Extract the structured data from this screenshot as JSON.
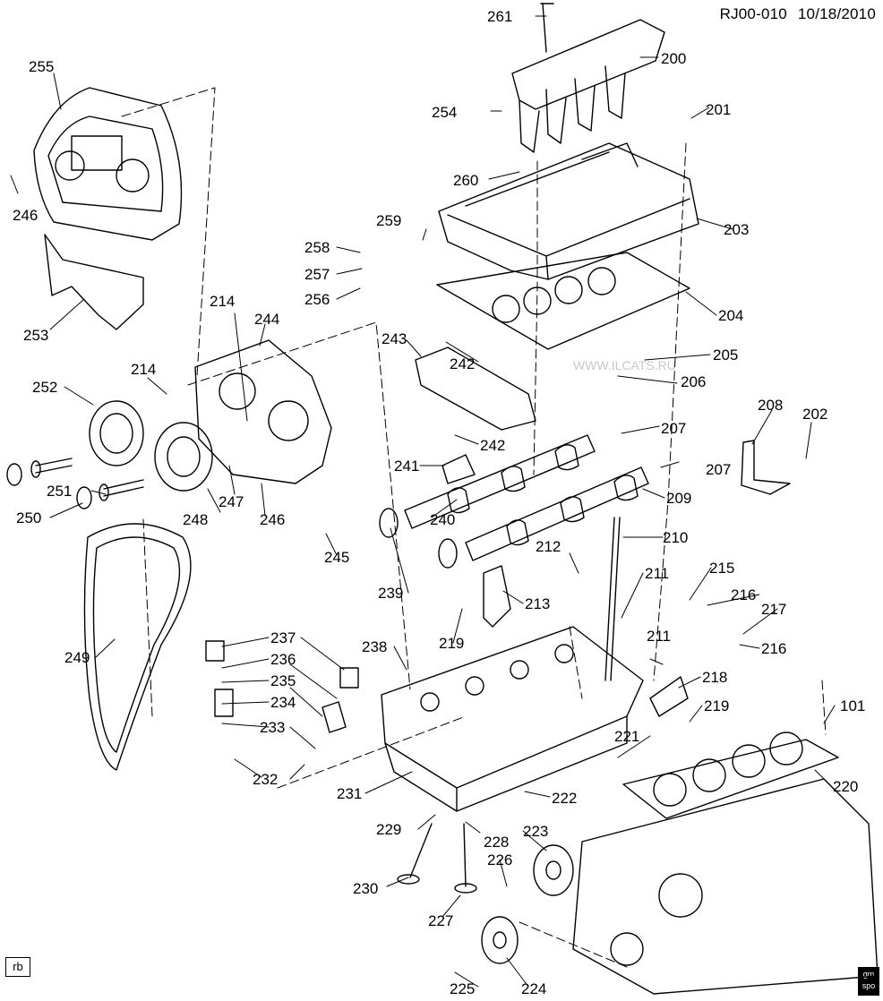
{
  "header": {
    "code": "RJ00-010",
    "date": "10/18/2010"
  },
  "footer": {
    "box_code": "rb",
    "logo_text": "gm spo"
  },
  "watermark": "WWW.ILCATS.RU",
  "callouts": [
    {
      "id": "261",
      "label": "261"
    },
    {
      "id": "200",
      "label": "200"
    },
    {
      "id": "254",
      "label": "254"
    },
    {
      "id": "201",
      "label": "201"
    },
    {
      "id": "255",
      "label": "255"
    },
    {
      "id": "260",
      "label": "260"
    },
    {
      "id": "246a",
      "label": "246"
    },
    {
      "id": "203",
      "label": "203"
    },
    {
      "id": "259",
      "label": "259"
    },
    {
      "id": "258",
      "label": "258"
    },
    {
      "id": "257",
      "label": "257"
    },
    {
      "id": "256",
      "label": "256"
    },
    {
      "id": "204",
      "label": "204"
    },
    {
      "id": "253",
      "label": "253"
    },
    {
      "id": "214a",
      "label": "214"
    },
    {
      "id": "244",
      "label": "244"
    },
    {
      "id": "243",
      "label": "243"
    },
    {
      "id": "242a",
      "label": "242"
    },
    {
      "id": "205",
      "label": "205"
    },
    {
      "id": "214b",
      "label": "214"
    },
    {
      "id": "206",
      "label": "206"
    },
    {
      "id": "252",
      "label": "252"
    },
    {
      "id": "208",
      "label": "208"
    },
    {
      "id": "202",
      "label": "202"
    },
    {
      "id": "207a",
      "label": "207"
    },
    {
      "id": "242b",
      "label": "242"
    },
    {
      "id": "241",
      "label": "241"
    },
    {
      "id": "207b",
      "label": "207"
    },
    {
      "id": "251",
      "label": "251"
    },
    {
      "id": "247",
      "label": "247"
    },
    {
      "id": "209",
      "label": "209"
    },
    {
      "id": "250",
      "label": "250"
    },
    {
      "id": "248",
      "label": "248"
    },
    {
      "id": "246b",
      "label": "246"
    },
    {
      "id": "240",
      "label": "240"
    },
    {
      "id": "210",
      "label": "210"
    },
    {
      "id": "245",
      "label": "245"
    },
    {
      "id": "212",
      "label": "212"
    },
    {
      "id": "211a",
      "label": "211"
    },
    {
      "id": "215",
      "label": "215"
    },
    {
      "id": "213",
      "label": "213"
    },
    {
      "id": "216a",
      "label": "216"
    },
    {
      "id": "239",
      "label": "239"
    },
    {
      "id": "217",
      "label": "217"
    },
    {
      "id": "249",
      "label": "249"
    },
    {
      "id": "237",
      "label": "237"
    },
    {
      "id": "219a",
      "label": "219"
    },
    {
      "id": "238",
      "label": "238"
    },
    {
      "id": "211b",
      "label": "211"
    },
    {
      "id": "216b",
      "label": "216"
    },
    {
      "id": "236",
      "label": "236"
    },
    {
      "id": "235",
      "label": "235"
    },
    {
      "id": "218",
      "label": "218"
    },
    {
      "id": "234",
      "label": "234"
    },
    {
      "id": "219b",
      "label": "219"
    },
    {
      "id": "101",
      "label": "101"
    },
    {
      "id": "233",
      "label": "233"
    },
    {
      "id": "221",
      "label": "221"
    },
    {
      "id": "232",
      "label": "232"
    },
    {
      "id": "231",
      "label": "231"
    },
    {
      "id": "220",
      "label": "220"
    },
    {
      "id": "222",
      "label": "222"
    },
    {
      "id": "229",
      "label": "229"
    },
    {
      "id": "228",
      "label": "228"
    },
    {
      "id": "223",
      "label": "223"
    },
    {
      "id": "226",
      "label": "226"
    },
    {
      "id": "230",
      "label": "230"
    },
    {
      "id": "227",
      "label": "227"
    },
    {
      "id": "225",
      "label": "225"
    },
    {
      "id": "224",
      "label": "224"
    }
  ]
}
